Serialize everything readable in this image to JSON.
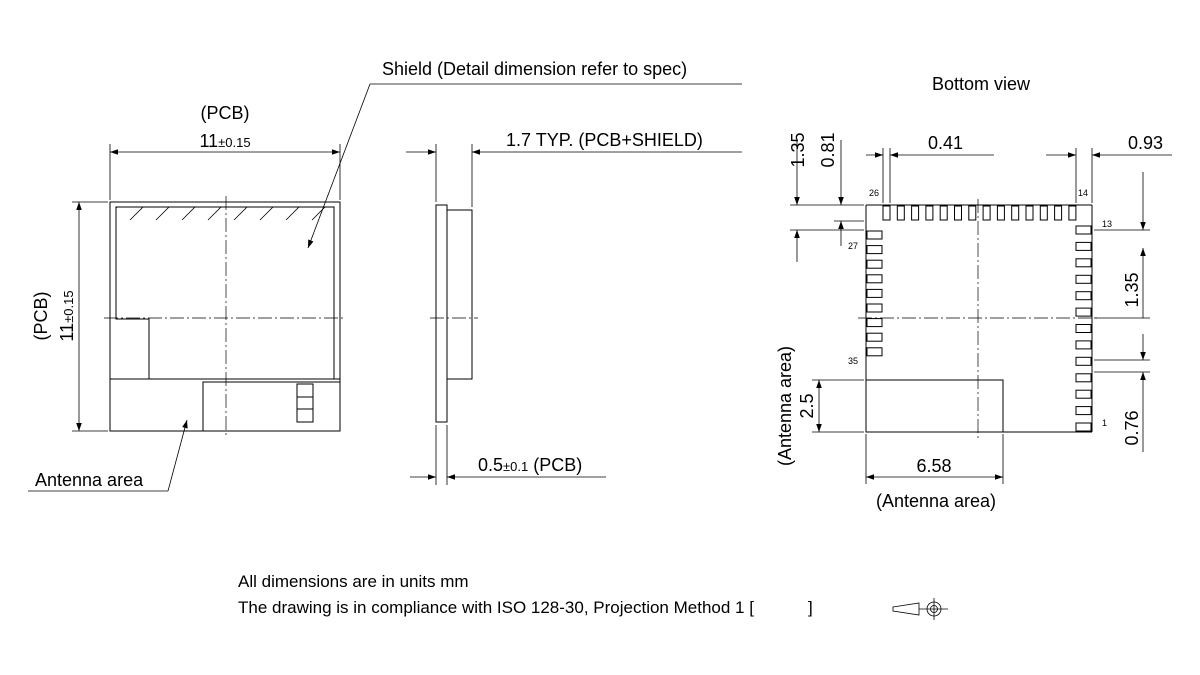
{
  "diagram": {
    "leader_labels": {
      "shield": "Shield (Detail dimension refer to spec)",
      "antenna_area": "Antenna area"
    },
    "top_view": {
      "width_label": "(PCB)",
      "width_value": "11",
      "width_tol": "±0.15",
      "height_label": "(PCB)",
      "height_value": "11",
      "height_tol": "±0.15"
    },
    "side_view": {
      "thickness_total": "1.7 TYP. (PCB+SHIELD)",
      "pcb_value": "0.5",
      "pcb_tol": "±0.1",
      "pcb_suffix": " (PCB)"
    },
    "bottom_view": {
      "title": "Bottom view",
      "dim_1_35_top": "1.35",
      "dim_0_81": "0.81",
      "dim_0_41": "0.41",
      "dim_0_93": "0.93",
      "dim_1_35_right": "1.35",
      "dim_0_76": "0.76",
      "dim_2_5": "2.5",
      "antenna_side_label": "(Antenna area)",
      "dim_6_58": "6.58",
      "antenna_bottom_label": "(Antenna area)",
      "pin_labels": {
        "p26": "26",
        "p14": "14",
        "p13": "13",
        "p27": "27",
        "p35": "35",
        "p1": "1"
      }
    },
    "notes": {
      "line1": "All dimensions are in units mm",
      "line2_prefix": "The drawing is in compliance with ISO 128-30, Projection Method 1 [",
      "line2_suffix": "]"
    }
  }
}
